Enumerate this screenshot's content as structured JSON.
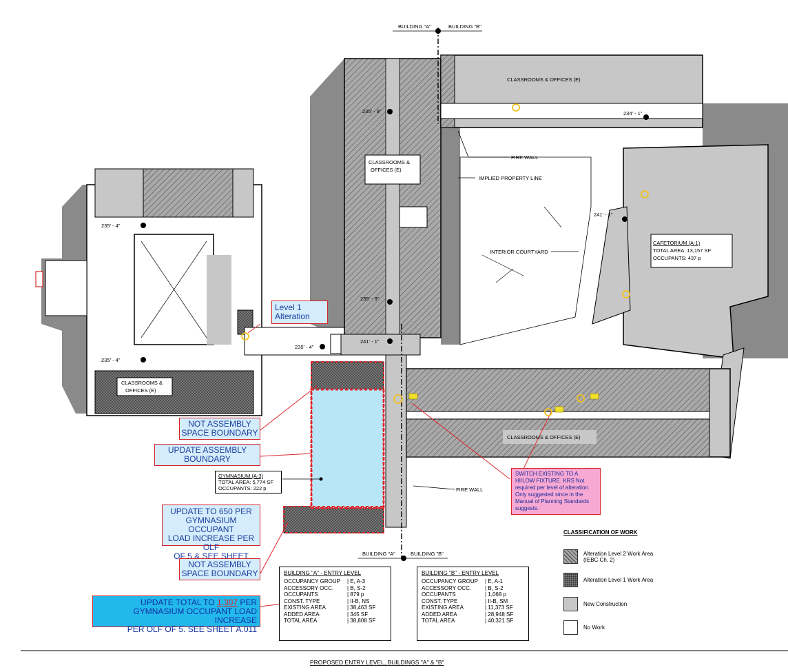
{
  "labels": {
    "bldg_top_a": "BUILDING \"A\"",
    "bldg_top_b": "BUILDING \"B\"",
    "bldg_bot_a": "BUILDING \"A\"",
    "bldg_bot_b": "BUILDING \"B\"",
    "classrooms_top_right": "CLASSROOMS & OFFICES (E)",
    "classrooms_center_1": "CLASSROOMS &",
    "classrooms_center_2": "OFFICES (E)",
    "classrooms_left_1": "CLASSROOMS &",
    "classrooms_left_2": "OFFICES (E)",
    "classrooms_bottom_right": "CLASSROOMS & OFFICES (E)",
    "fire_wall_top": "FIRE WALL",
    "fire_wall_bottom": "FIRE WALL",
    "implied_property_line": "IMPLIED PROPERTY LINE",
    "interior_courtyard": "INTERIOR COURTYARD",
    "cafetorium_name": "CAFETORIUM (A-1)",
    "cafetorium_area": "TOTAL AREA:   13,157 SF",
    "cafetorium_occ": "OCCUPANTS:    437 p",
    "gym_name": "GYMNASIUM (A-3)",
    "gym_area": "TOTAL AREA:   5,774 SF",
    "gym_occ": "OCCUPANTS:    222 p",
    "drawing_title": "PROPOSED ENTRY LEVEL, BUILDINGS \"A\" & \"B\""
  },
  "elevations": {
    "e1": "235' - 9\"",
    "e2": "234' - 1\"",
    "e3": "235' - 4\"",
    "e4": "241' - 1\"",
    "e5": "235' - 9\"",
    "e6": "235' - 4\"",
    "e7": "241' - 1\"",
    "e8": "235' - 4\""
  },
  "callouts": {
    "level1_line1": "Level 1",
    "level1_line2": "Alteration",
    "not_assembly_1a": "NOT ASSEMBLY",
    "not_assembly_1b": "SPACE BOUNDARY",
    "update_assembly_a": "UPDATE ASSEMBLY",
    "update_assembly_b": "BOUNDARY",
    "update_650_a": "UPDATE  TO 650  PER",
    "update_650_b": "GYMNASIUM OCCUPANT",
    "update_650_c": "LOAD INCREASE PER OLF",
    "update_650_d": "OF 5 & SEE SHEET A.011",
    "not_assembly_2a": "NOT ASSEMBLY",
    "not_assembly_2b": "SPACE BOUNDARY",
    "update_total_a": "UPDATE  TOTAL TO ",
    "update_total_num": "1,307",
    "update_total_b": " PER",
    "update_total_c": "GYMNASIUM OCCUPANT LOAD INCREASE",
    "update_total_d": "PER OLF OF 5.  SEE SHEET A.011",
    "switch_1": "SWITCH EXISTING TO A",
    "switch_2": "HI/LOW FIXTURE.  KRS Not",
    "switch_3": "required per level of alteration.",
    "switch_4": " Only suggested since in the",
    "switch_5": "Manual of Planning Standards",
    "switch_6": "suggests."
  },
  "schedule_a": {
    "title": "BUILDING \"A\" - ENTRY LEVEL",
    "rows": [
      {
        "k": "OCCUPANCY GROUP",
        "v": "|  E, A-3"
      },
      {
        "k": "ACCESSORY OCC.",
        "v": "|  B, S-2"
      },
      {
        "k": "OCCUPANTS",
        "v": "|  879 p"
      },
      {
        "k": "CONST. TYPE",
        "v": "|  II-B, NS"
      },
      {
        "k": "EXISTING AREA",
        "v": "|  38,463 SF"
      },
      {
        "k": "ADDED AREA",
        "v": "|  345 SF"
      },
      {
        "k": "TOTAL AREA",
        "v": "|  38,808 SF"
      }
    ]
  },
  "schedule_b": {
    "title": "BUILDING \"B\" - ENTRY LEVEL",
    "rows": [
      {
        "k": "OCCUPANCY GROUP",
        "v": "|  E, A-1"
      },
      {
        "k": "ACCESSORY OCC.",
        "v": "|  B, S-2"
      },
      {
        "k": "OCCUPANTS",
        "v": "|  1,068 p"
      },
      {
        "k": "CONST. TYPE",
        "v": "|  II-B, SM"
      },
      {
        "k": "EXISTING AREA",
        "v": "|  11,373 SF"
      },
      {
        "k": "ADDED AREA",
        "v": "|  28,948 SF"
      },
      {
        "k": "TOTAL AREA",
        "v": "|  40,321 SF"
      }
    ]
  },
  "legend": {
    "title": "CLASSIFICATION OF WORK",
    "item1a": "Alteration Level 2 Work Area",
    "item1b": "(IEBC Ch. 2)",
    "item2": "Alteration Level 1 Work Area",
    "item3": "New Construction",
    "item4": "No Work"
  },
  "colors": {
    "new_construction": "#c7c7c7",
    "shadow": "#8a8a8a",
    "gym_fill": "#b8e6f7",
    "redline": "#e0262c",
    "callout_pale": "#d4ecfb",
    "callout_blue": "#22b8ec",
    "callout_pink": "#f7a9d3",
    "marker": "#f2c21b"
  }
}
